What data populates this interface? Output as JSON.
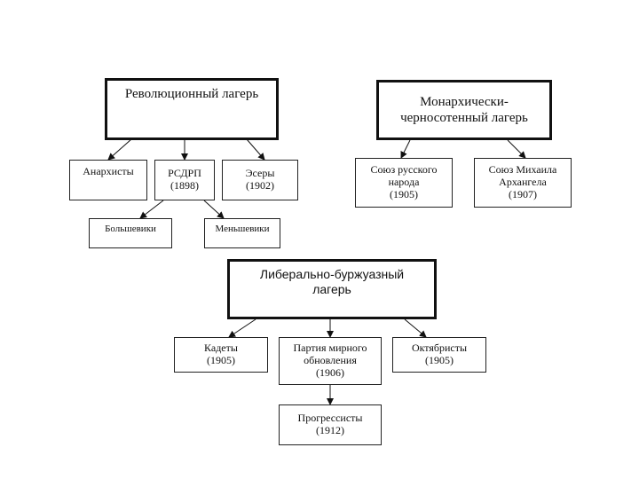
{
  "revolutionary": {
    "title": "Революционный лагерь",
    "anarchists": "Анархисты",
    "rsdrp": [
      "РСДРП",
      "(1898)"
    ],
    "esers": [
      "Эсеры",
      "(1902)"
    ],
    "bolsheviks": "Большевики",
    "mensheviks": "Меньшевики"
  },
  "monarchist": {
    "title": [
      "Монархически-",
      "черносотенный лагерь"
    ],
    "union_russian": [
      "Союз русского",
      "народа",
      "(1905)"
    ],
    "union_mikhail": [
      "Союз Михаила",
      "Архангела",
      "(1907)"
    ]
  },
  "liberal": {
    "title": [
      "Либерально-буржуазный",
      "лагерь"
    ],
    "kadets": [
      "Кадеты",
      "(1905)"
    ],
    "peaceful_renewal": [
      "Партия мирного",
      "обновления",
      "(1906)"
    ],
    "octobrists": [
      "Октябристы",
      "(1905)"
    ],
    "progressists": [
      "Прогрессисты",
      "(1912)"
    ]
  }
}
